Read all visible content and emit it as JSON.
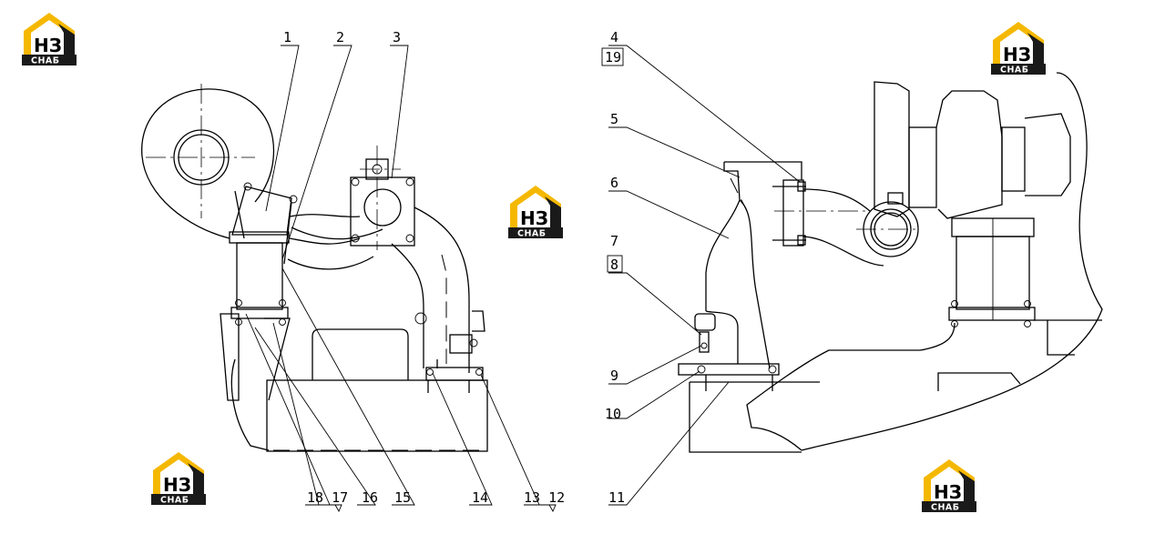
{
  "brand": {
    "logo_main": "НЗ",
    "logo_sub": "СНАБ",
    "accent_color": "#f5b800",
    "dark_color": "#1a1a1a"
  },
  "callouts": {
    "c1": "1",
    "c2": "2",
    "c3": "3",
    "c4": "4",
    "c19": "19",
    "c5": "5",
    "c6": "6",
    "c7": "7",
    "c8": "8",
    "c9": "9",
    "c10": "10",
    "c11": "11",
    "c18_17": "18 17",
    "c16": "16",
    "c15": "15",
    "c14": "14",
    "c13_12": "13 12"
  }
}
